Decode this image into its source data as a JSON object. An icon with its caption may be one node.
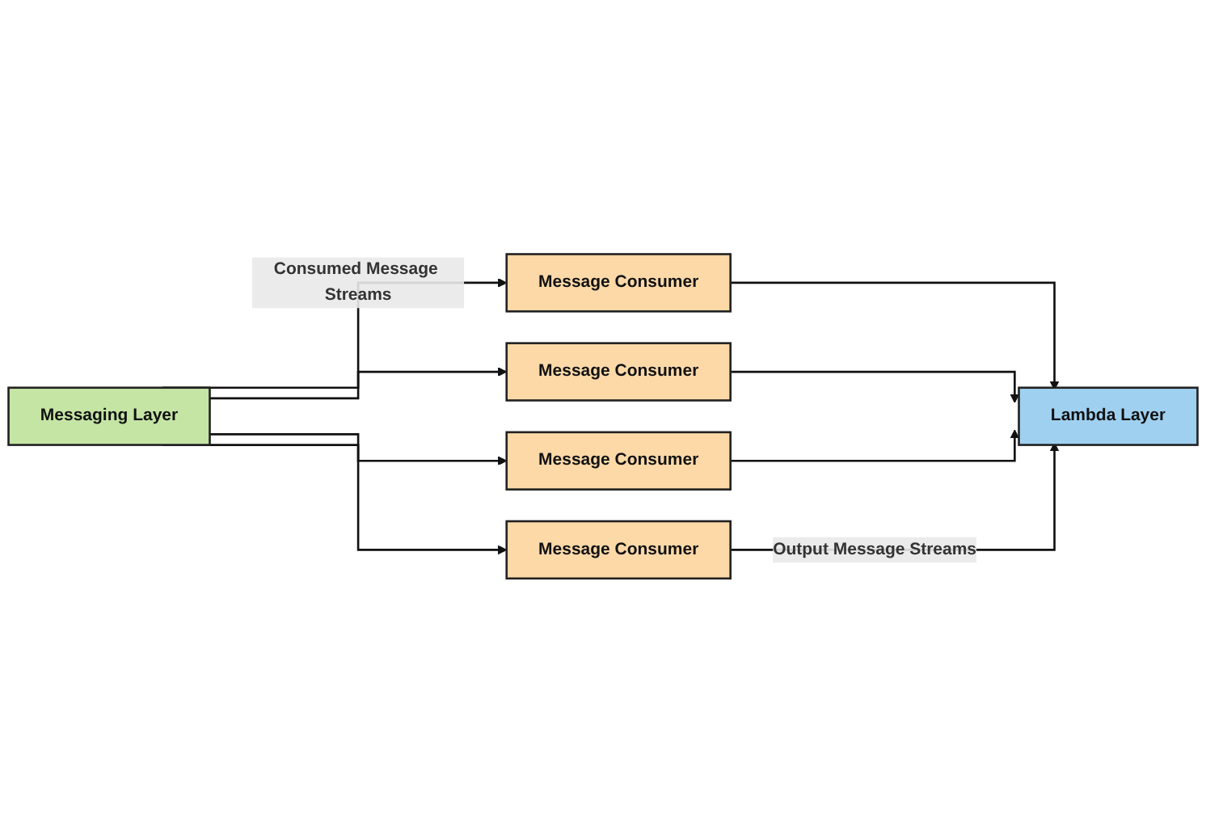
{
  "diagram": {
    "nodes": [
      {
        "text": [
          "Messaging Layer"
        ]
      },
      {
        "text": [
          "Message Consumer"
        ]
      },
      {
        "text": [
          "Message Consumer"
        ]
      },
      {
        "text": [
          "Message Consumer"
        ]
      },
      {
        "text": [
          "Message Consumer"
        ]
      },
      {
        "text": [
          "Lambda Layer"
        ]
      }
    ],
    "edges": [
      {
        "from": 0,
        "to": 1,
        "arrow": "to",
        "label": "Consumed Message Streams"
      },
      {
        "from": 0,
        "to": 2,
        "arrow": "to"
      },
      {
        "from": 0,
        "to": 3,
        "arrow": "to"
      },
      {
        "from": 0,
        "to": 4,
        "arrow": "to"
      },
      {
        "from": 1,
        "to": 5,
        "arrow": "to"
      },
      {
        "from": 2,
        "to": 5,
        "arrow": "to"
      },
      {
        "from": 3,
        "to": 5,
        "arrow": "to"
      },
      {
        "from": 4,
        "to": 5,
        "arrow": "to",
        "label": "Output Message Streams"
      }
    ]
  }
}
